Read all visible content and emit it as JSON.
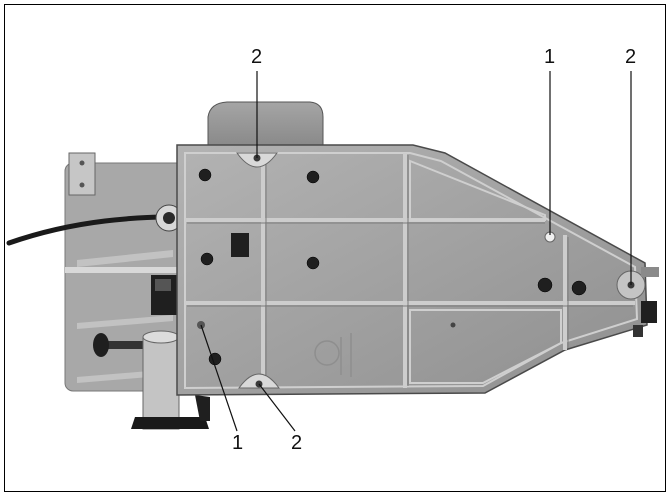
{
  "figure": {
    "callouts": [
      {
        "id": "top-left-2",
        "label": "2"
      },
      {
        "id": "top-right-1",
        "label": "1"
      },
      {
        "id": "top-right-2",
        "label": "2"
      },
      {
        "id": "bottom-1",
        "label": "1"
      },
      {
        "id": "bottom-2",
        "label": "2"
      }
    ]
  },
  "colors": {
    "background": "#ffffff",
    "base_plate": "#a9a9a9",
    "base_plate_dark": "#6b6b6b",
    "motor": "#9a9a9a",
    "rib": "#c9c9c9",
    "cable": "#1a1a1a",
    "leader_line": "#111111"
  },
  "icons": {
    "mounting-hole": "mounting-hole-icon",
    "rubber-foot": "rubber-foot-icon"
  }
}
